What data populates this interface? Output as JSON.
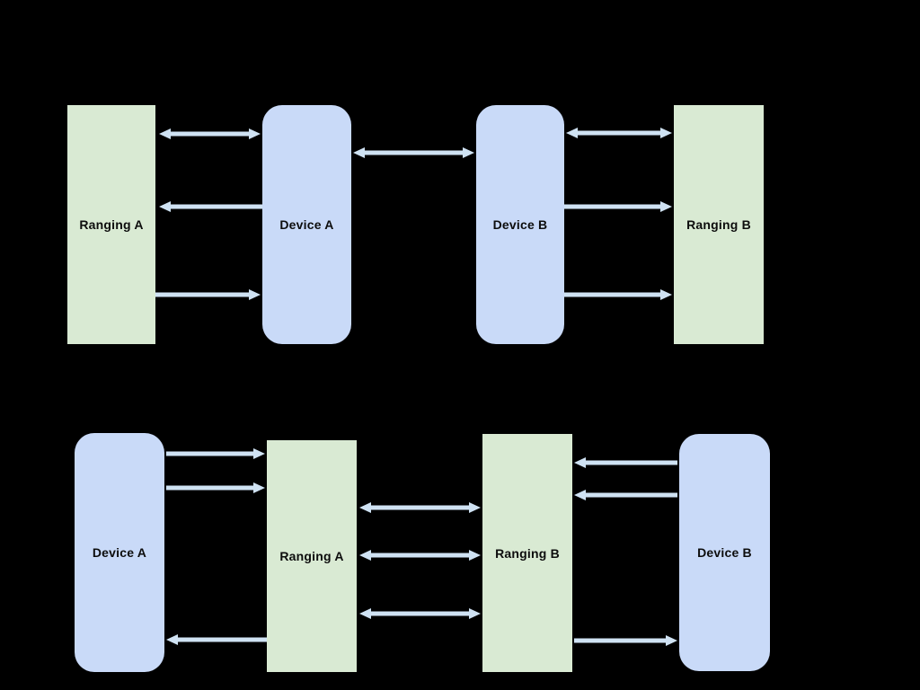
{
  "colors": {
    "background": "#000000",
    "ranging_box_fill": "#d9ead3",
    "device_box_fill": "#c9daf8",
    "arrow": "#cfe2f3",
    "label_text": "#000000"
  },
  "diagrams": [
    {
      "name": "top-diagram",
      "nodes": [
        {
          "id": "ranging-a",
          "label": "Ranging A",
          "type": "ranging"
        },
        {
          "id": "device-a",
          "label": "Device A",
          "type": "device"
        },
        {
          "id": "device-b",
          "label": "Device B",
          "type": "device"
        },
        {
          "id": "ranging-b",
          "label": "Ranging B",
          "type": "ranging"
        }
      ],
      "edges": [
        {
          "from": "ranging-a",
          "to": "device-a",
          "direction": "both"
        },
        {
          "from": "device-a",
          "to": "ranging-a",
          "direction": "one-way"
        },
        {
          "from": "ranging-a",
          "to": "device-a",
          "direction": "one-way"
        },
        {
          "from": "device-a",
          "to": "device-b",
          "direction": "both"
        },
        {
          "from": "device-b",
          "to": "ranging-b",
          "direction": "both"
        },
        {
          "from": "device-b",
          "to": "ranging-b",
          "direction": "one-way"
        },
        {
          "from": "device-b",
          "to": "ranging-b",
          "direction": "one-way"
        }
      ]
    },
    {
      "name": "bottom-diagram",
      "nodes": [
        {
          "id": "device-a",
          "label": "Device A",
          "type": "device"
        },
        {
          "id": "ranging-a",
          "label": "Ranging A",
          "type": "ranging"
        },
        {
          "id": "ranging-b",
          "label": "Ranging B",
          "type": "ranging"
        },
        {
          "id": "device-b",
          "label": "Device B",
          "type": "device"
        }
      ],
      "edges": [
        {
          "from": "device-a",
          "to": "ranging-a",
          "direction": "one-way"
        },
        {
          "from": "device-a",
          "to": "ranging-a",
          "direction": "one-way"
        },
        {
          "from": "ranging-a",
          "to": "ranging-b",
          "direction": "both"
        },
        {
          "from": "ranging-a",
          "to": "ranging-b",
          "direction": "both"
        },
        {
          "from": "ranging-a",
          "to": "ranging-b",
          "direction": "both"
        },
        {
          "from": "device-b",
          "to": "ranging-b",
          "direction": "one-way"
        },
        {
          "from": "device-b",
          "to": "ranging-b",
          "direction": "one-way"
        },
        {
          "from": "ranging-a",
          "to": "device-a",
          "direction": "one-way"
        },
        {
          "from": "ranging-b",
          "to": "device-b",
          "direction": "one-way"
        }
      ]
    }
  ]
}
